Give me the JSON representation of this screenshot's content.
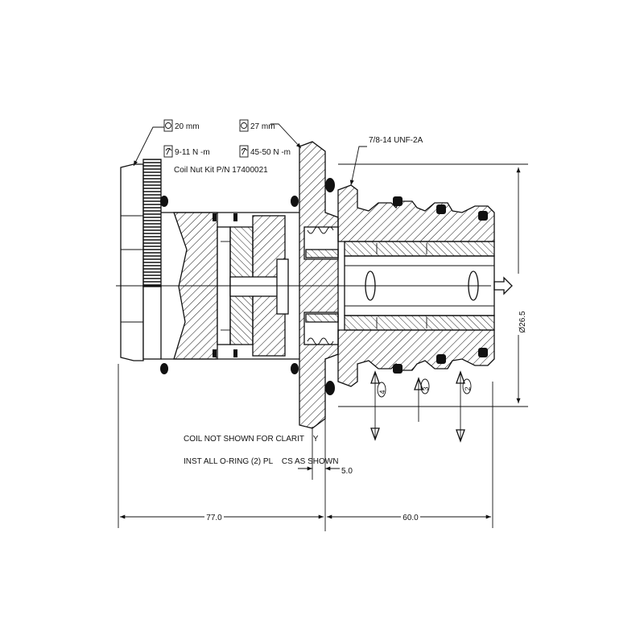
{
  "callout_coil_nut": {
    "size": "20 mm",
    "torque": "9-11 N -m",
    "kit": "Coil Nut Kit P/N 17400021"
  },
  "callout_valve_body": {
    "size": "27 mm",
    "torque": "45-50 N -m"
  },
  "thread": "7/8-14 UNF-2A",
  "dims": {
    "diameter": "Ø26.5",
    "small": "5.0",
    "left_length": "77.0",
    "right_length": "60.0"
  },
  "ports": [
    "4",
    "3",
    "2"
  ],
  "notes": [
    "COIL NOT SHOWN FOR CLARIT    Y",
    "INST ALL O-RING (2) PL    CS AS SHOWN"
  ],
  "colors": {
    "ink": "#111111",
    "paper": "#ffffff"
  },
  "icons": [
    "wrench-size-icon",
    "torque-icon"
  ]
}
